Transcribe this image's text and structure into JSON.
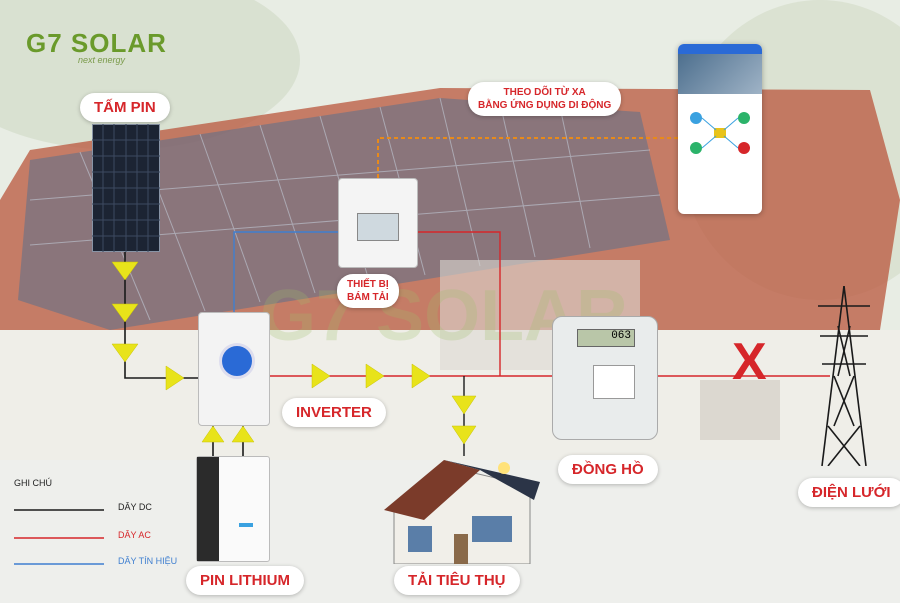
{
  "brand": {
    "name": "G7 SOLAR",
    "tagline": "next energy"
  },
  "labels": {
    "panel": "TẤM PIN",
    "inverter": "INVERTER",
    "battery": "PIN LITHIUM",
    "load": "TẢI TIÊU THỤ",
    "meter": "ĐỒNG HỒ",
    "grid": "ĐIỆN LƯỚI",
    "load_meter_line1": "THIẾT BỊ",
    "load_meter_line2": "BÁM TẢI",
    "remote_line1": "THEO DÕI TỪ XA",
    "remote_line2": "BẰNG ỨNG DỤNG DI ĐỘNG"
  },
  "meter_reading": "063",
  "blocked_mark": "X",
  "legend": {
    "title": "GHI CHÚ",
    "items": [
      {
        "label": "DÂY DC",
        "color": "#1a1a1a"
      },
      {
        "label": "DÂY AC",
        "color": "#d6262a"
      },
      {
        "label": "DÂY TÍN HIỆU",
        "color": "#3f7fd0"
      }
    ]
  },
  "colors": {
    "accent_red": "#d6262a",
    "arrow_yellow": "#e8e31a",
    "signal_orange": "#e88a1a",
    "brand_green": "#6a9a2b"
  }
}
